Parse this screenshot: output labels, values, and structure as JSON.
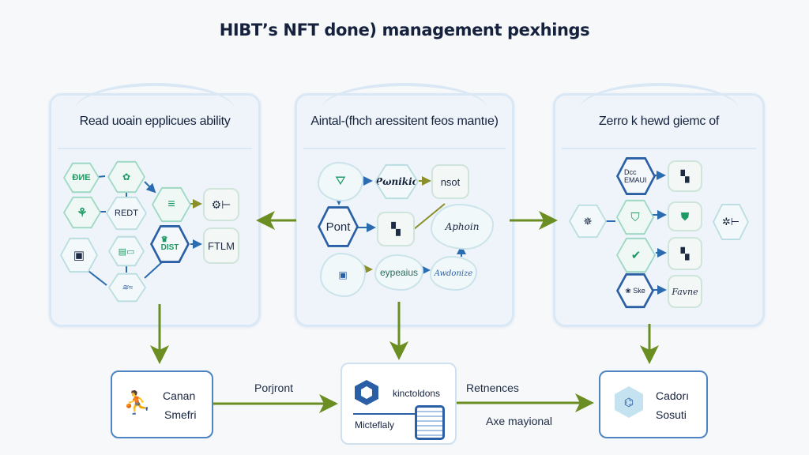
{
  "title": "HIBT’s NFT done) management pexhings",
  "colors": {
    "background": "#f6f8fa",
    "panel_fill": "#eef4f9",
    "panel_border": "#d9e8f4",
    "flow_arrow": "#6b8e23",
    "blue_accent": "#2a5fa5",
    "green_accent": "#1d9a63"
  },
  "panels": [
    {
      "title": "Read uoain epplicues ability",
      "nodes": [
        {
          "label": "ĐИE",
          "shape": "hexagon"
        },
        {
          "label": "",
          "shape": "hexagon",
          "icon": "leaf-text-icon"
        },
        {
          "label": "",
          "shape": "hexagon",
          "icon": "plant-icon"
        },
        {
          "label": "REDT",
          "shape": "hexagon"
        },
        {
          "label": "",
          "shape": "hexagon",
          "icon": "camera-icon"
        },
        {
          "label": "",
          "shape": "hexagon",
          "icon": "document-icon"
        },
        {
          "label": "",
          "shape": "hexagon",
          "icon": "stack-icon"
        },
        {
          "label": "DIST",
          "shape": "hexagon",
          "icon": "crown-icon"
        },
        {
          "label": "",
          "shape": "hexagon",
          "icon": "wave-icon"
        },
        {
          "label": "",
          "shape": "square",
          "icon": "gear-key-icon"
        },
        {
          "label": "FTLM",
          "shape": "square"
        }
      ]
    },
    {
      "title": "Aintal-(fhch aressitent feos mantı͏e)",
      "nodes": [
        {
          "label": "",
          "shape": "cloud",
          "icon": "cat-icon"
        },
        {
          "label": "Pωnikic",
          "shape": "hexagon"
        },
        {
          "label": "nsot",
          "shape": "square"
        },
        {
          "label": "Pont",
          "shape": "hexagon"
        },
        {
          "label": "",
          "shape": "square",
          "icon": "qr-icon"
        },
        {
          "label": "Aphoin",
          "shape": "cloud"
        },
        {
          "label": "",
          "shape": "cloud",
          "icon": "chat-icon"
        },
        {
          "label": "eypeaius",
          "shape": "cloud"
        },
        {
          "label": "Awdonize",
          "shape": "cloud"
        }
      ]
    },
    {
      "title": "Zerro k hewd giemc of",
      "nodes": [
        {
          "label": "Dcc EMAUI",
          "shape": "hexagon"
        },
        {
          "label": "",
          "shape": "square",
          "icon": "qr-icon"
        },
        {
          "label": "",
          "shape": "hexagon",
          "icon": "tangled-icon"
        },
        {
          "label": "",
          "shape": "hexagon",
          "icon": "shield-icon"
        },
        {
          "label": "",
          "shape": "square",
          "icon": "shield-face-icon"
        },
        {
          "label": "",
          "shape": "hexagon",
          "icon": "star-key-icon"
        },
        {
          "label": "",
          "shape": "hexagon",
          "icon": "check-stack-icon"
        },
        {
          "label": "",
          "shape": "square",
          "icon": "qr-icon"
        },
        {
          "label": "Ske",
          "shape": "hexagon",
          "icon": "tree-icon"
        },
        {
          "label": "Favne",
          "shape": "square"
        }
      ]
    }
  ],
  "bottom": {
    "boxes": [
      {
        "line1": "Canan",
        "line2": "Smefri",
        "icon": "people-icon"
      },
      {
        "line1": "kinctoldons",
        "line2": "Micteflaly",
        "icon": "hexagon-icon"
      },
      {
        "line1": "Cadorı",
        "line2": "Sosuti",
        "icon": "map-hex-icon"
      }
    ],
    "edge_labels": {
      "left_edge": "Porjront",
      "right_edge_top": "Retnences",
      "right_edge_bottom": "Axe mayional"
    }
  }
}
